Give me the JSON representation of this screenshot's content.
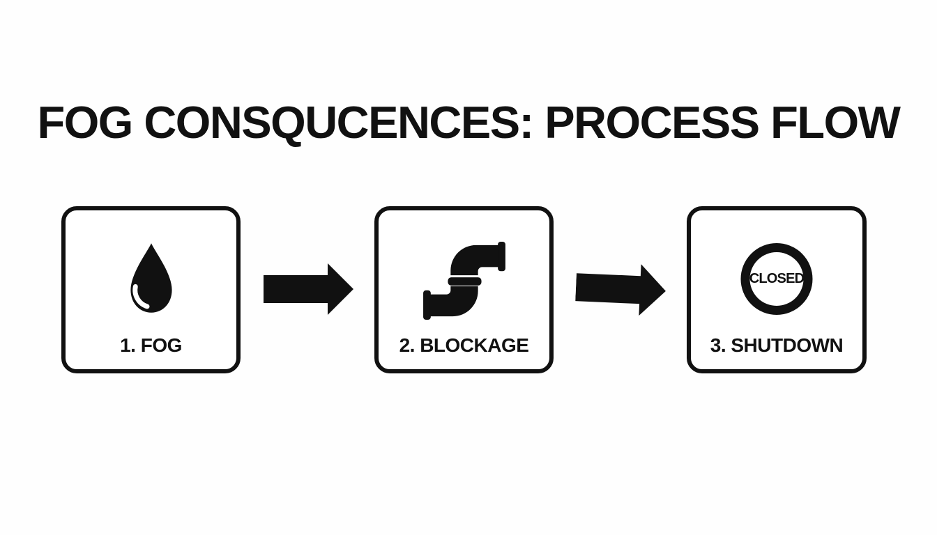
{
  "title": "FOG CONSQUCENCES: PROCESS FLOW",
  "steps": [
    {
      "label": "1. FOG",
      "icon": "droplet-icon"
    },
    {
      "label": "2. BLOCKAGE",
      "icon": "pipe-icon"
    },
    {
      "label": "3. SHUTDOWN",
      "icon": "closed-sign-icon",
      "icon_text": "CLOSED"
    }
  ],
  "colors": {
    "ink": "#111111",
    "background": "#fefefe"
  }
}
